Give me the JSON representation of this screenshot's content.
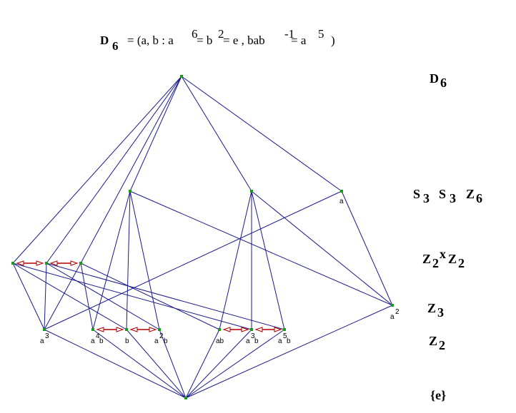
{
  "title": {
    "group": "D",
    "group_sub": "6",
    "eq_open": "= (a, b :  a",
    "exp_6": "6",
    "eq_b": " = b",
    "exp_2": "2",
    "eq_e": " = e ,  bab",
    "exp_m1": "-1",
    "eq_a": " = a",
    "exp_5": "5",
    "eq_close": ")"
  },
  "levels": {
    "d6": {
      "main": "D",
      "sub": "6"
    },
    "s3_1": {
      "main": "S",
      "sub": "3"
    },
    "s3_2": {
      "main": "S",
      "sub": "3"
    },
    "z6": {
      "main": "Z",
      "sub": "6"
    },
    "z2z2_a": {
      "main": "Z",
      "sub": "2"
    },
    "z2z2_x": "x",
    "z2z2_b": {
      "main": "Z",
      "sub": "2"
    },
    "z3": {
      "main": "Z",
      "sub": "3"
    },
    "z2": {
      "main": "Z",
      "sub": "2"
    },
    "e": "{e}"
  },
  "node_labels": {
    "a": "a",
    "a2": {
      "base": "a",
      "exp": "2"
    },
    "a3": {
      "base": "a",
      "exp": "3"
    },
    "a4b": {
      "base": "a",
      "exp": "4",
      "tail": "b"
    },
    "b": "b",
    "a2b": {
      "base": "a",
      "exp": "2",
      "tail": "b"
    },
    "ab": "ab",
    "a3b": {
      "base": "a",
      "exp": "3",
      "tail": "b"
    },
    "a5b": {
      "base": "a",
      "exp": "5",
      "tail": "b"
    }
  },
  "colors": {
    "edge": "#1a1a8c",
    "node": "#1a9a1a",
    "conjugacy_arrow": "#b00000"
  }
}
